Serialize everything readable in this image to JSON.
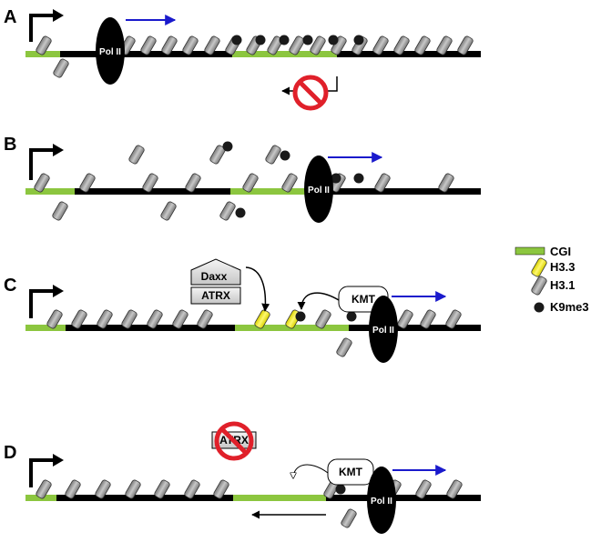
{
  "panels": [
    {
      "id": "A",
      "letter": "A",
      "pol_ii_label": "Pol II"
    },
    {
      "id": "B",
      "letter": "B",
      "pol_ii_label": "Pol II"
    },
    {
      "id": "C",
      "letter": "C",
      "pol_ii_label": "Pol II",
      "daxx_label": "Daxx",
      "atrx_label": "ATRX",
      "kmt_label": "KMT"
    },
    {
      "id": "D",
      "letter": "D",
      "pol_ii_label": "Pol II",
      "atrx_label": "ATRX",
      "kmt_label": "KMT"
    }
  ],
  "legend": [
    {
      "key": "cgi",
      "label": "CGI"
    },
    {
      "key": "h33",
      "label": "H3.3"
    },
    {
      "key": "h31",
      "label": "H3.1"
    },
    {
      "key": "k9me3",
      "label": "K9me3"
    }
  ],
  "colors": {
    "dna": "#000000",
    "cgi": "#8cc63f",
    "h33": "#f5ee30",
    "h31": "#9a9a9a",
    "k9me3": "#1a1a1a",
    "transcription_arrow": "#1a1acc",
    "inhibit": "#e0202a"
  }
}
